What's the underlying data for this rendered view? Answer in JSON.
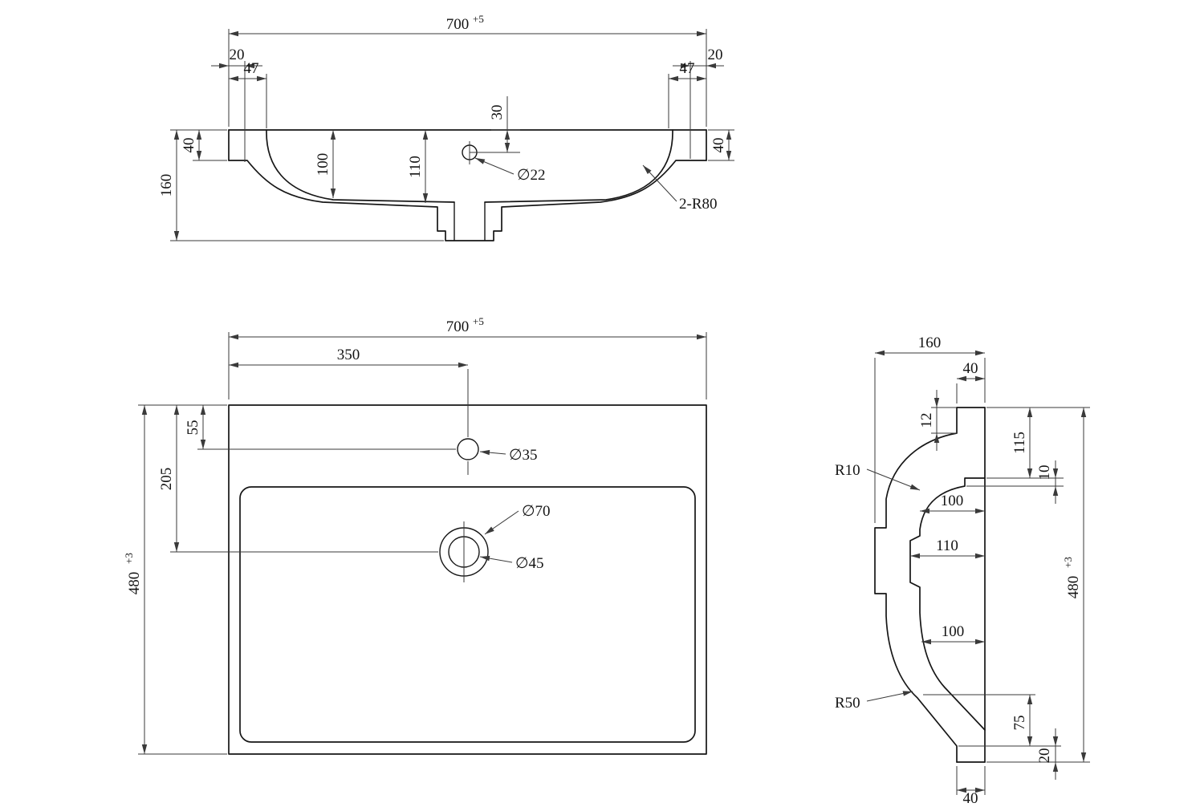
{
  "front_view": {
    "overall_width": "700",
    "overall_width_tol": "+5",
    "offset_20_left": "20",
    "offset_47_left": "47",
    "offset_47_right": "47",
    "offset_20_right": "20",
    "hole_depth_30": "30",
    "hole_diameter": "∅22",
    "rim_40_left": "40",
    "total_height_160": "160",
    "basin_depth_100": "100",
    "basin_depth_110": "110",
    "corner_radius": "2-R80",
    "rim_40_right": "40"
  },
  "plan_view": {
    "overall_width": "700",
    "overall_width_tol": "+5",
    "center_offset_350": "350",
    "faucet_offset_55": "55",
    "drain_offset_205": "205",
    "overall_depth_480": "480",
    "overall_depth_tol": "+3",
    "faucet_diameter": "∅35",
    "drain_outer_diameter": "∅70",
    "drain_inner_diameter": "∅45"
  },
  "side_view": {
    "overall_depth_160": "160",
    "rim_40_top": "40",
    "step_12": "12",
    "deck_115": "115",
    "step_10": "10",
    "inner_radius": "R10",
    "depth_100_upper": "100",
    "depth_110": "110",
    "overall_height_480": "480",
    "overall_height_tol": "+3",
    "depth_100_lower": "100",
    "bottom_radius": "R50",
    "front_edge_75": "75",
    "front_edge_20": "20",
    "rim_40_bottom": "40"
  }
}
